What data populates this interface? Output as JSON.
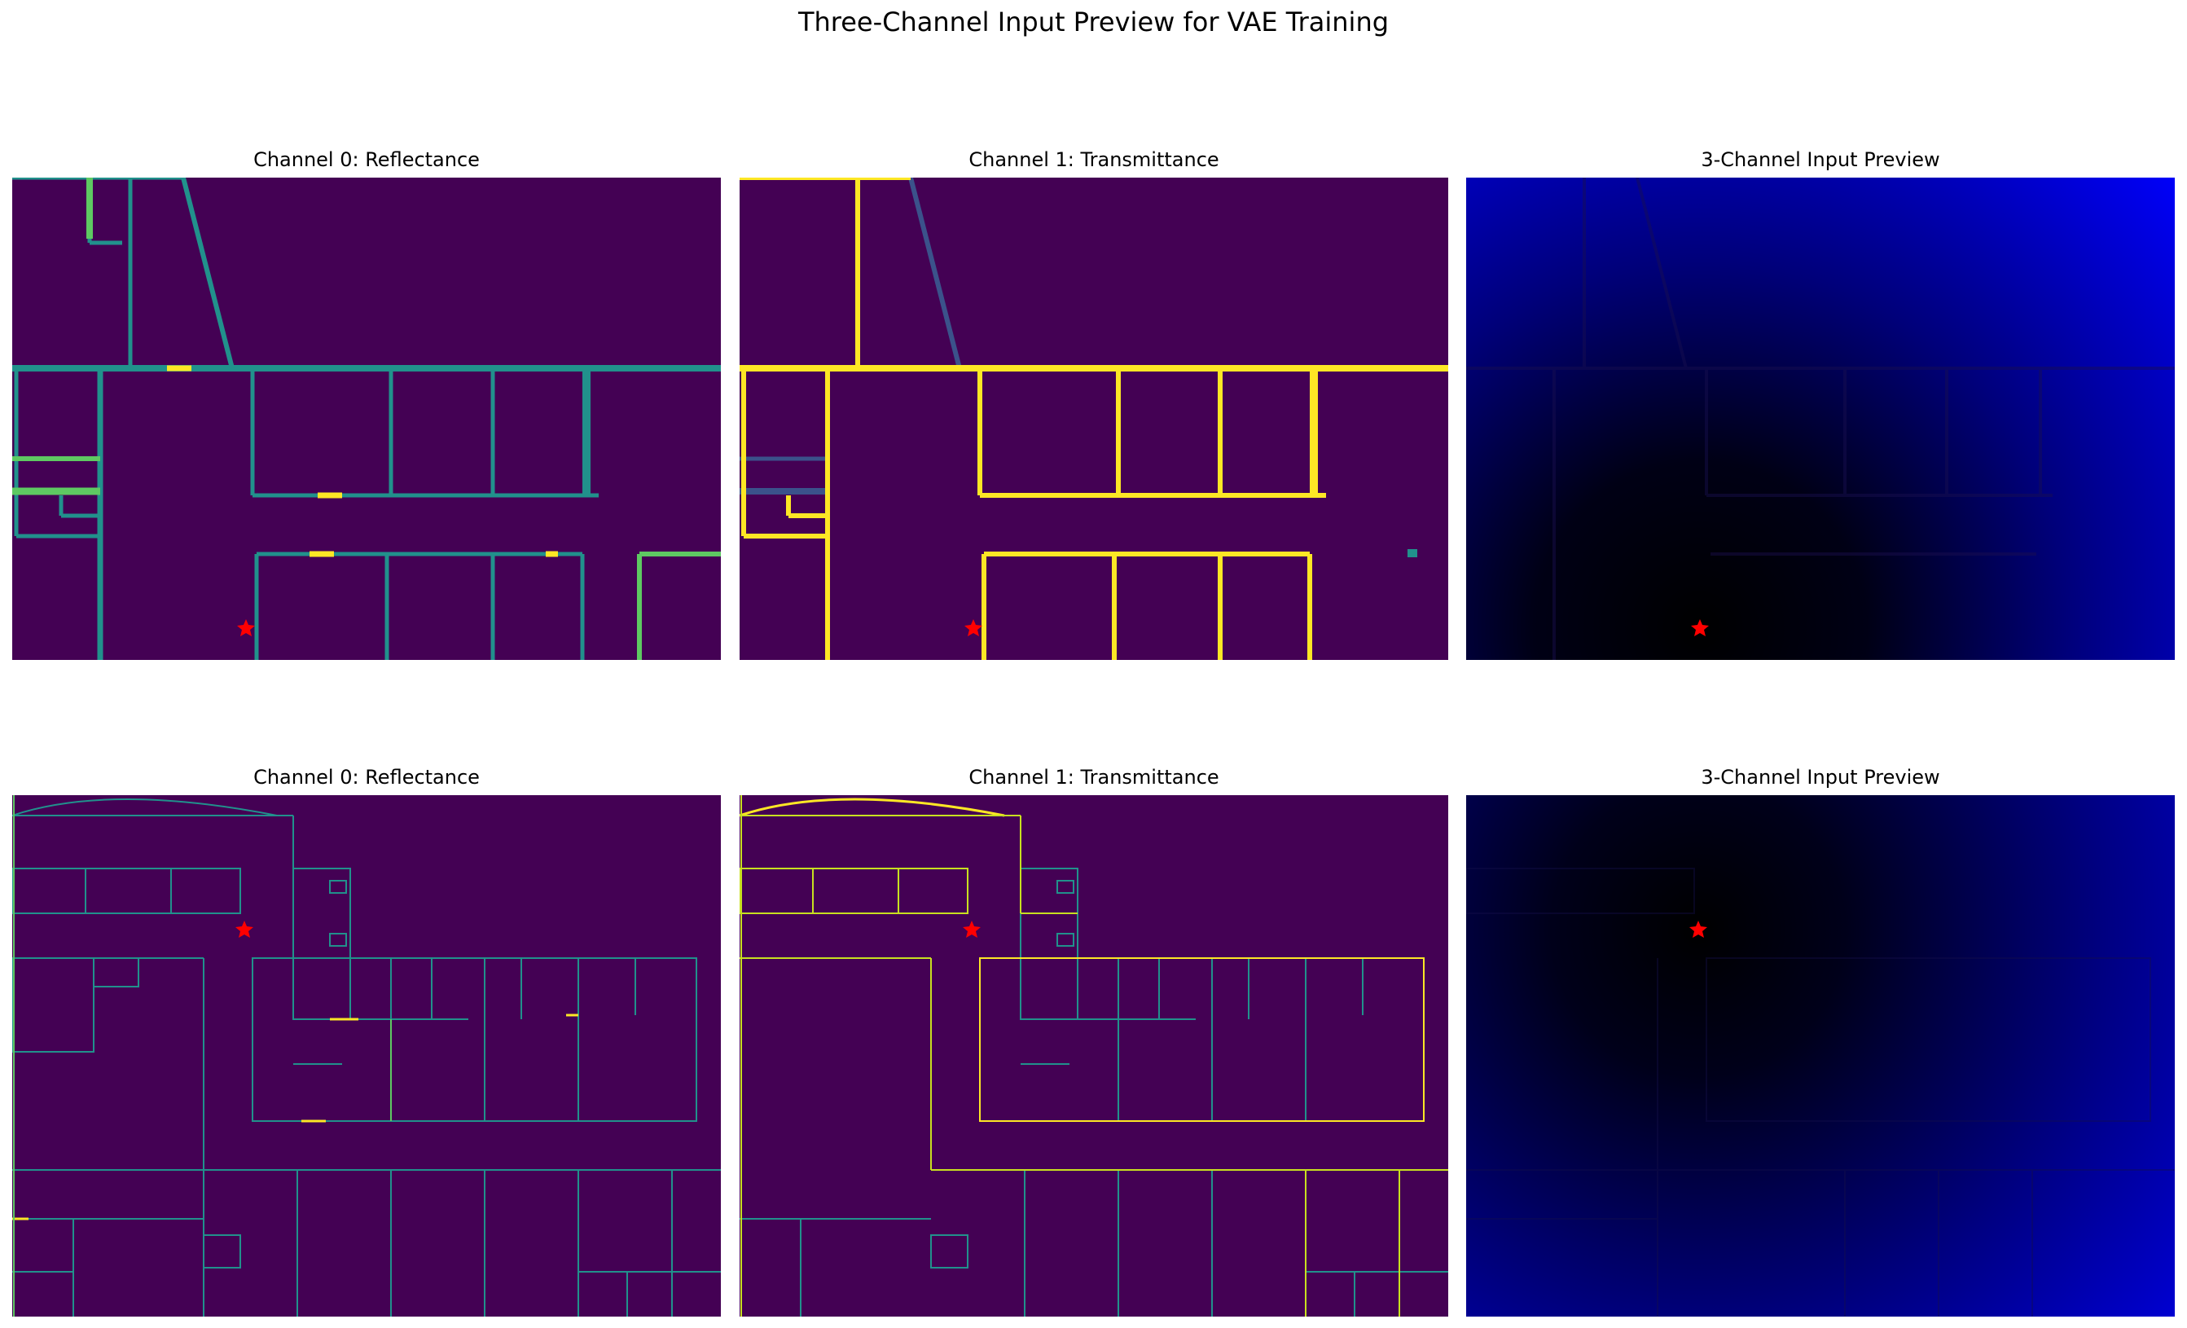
{
  "figure": {
    "title": "Three-Channel Input Preview for VAE Training"
  },
  "rows": [
    {
      "panels": [
        {
          "title": "Channel 0: Reflectance",
          "kind": "reflectance"
        },
        {
          "title": "Channel 1: Transmittance",
          "kind": "transmittance"
        },
        {
          "title": "3-Channel Input Preview",
          "kind": "preview"
        }
      ]
    },
    {
      "panels": [
        {
          "title": "Channel 0: Reflectance",
          "kind": "reflectance"
        },
        {
          "title": "Channel 1: Transmittance",
          "kind": "transmittance"
        },
        {
          "title": "3-Channel Input Preview",
          "kind": "preview"
        }
      ]
    }
  ],
  "colors": {
    "background": "#440154",
    "wall_teal": "#21918c",
    "wall_green": "#5ec962",
    "wall_yellow": "#fde725",
    "wall_blue": "#3b528b",
    "preview_blue": "#0000ff",
    "marker": "#ff0000"
  },
  "markers": {
    "shape": "star",
    "color": "red"
  }
}
